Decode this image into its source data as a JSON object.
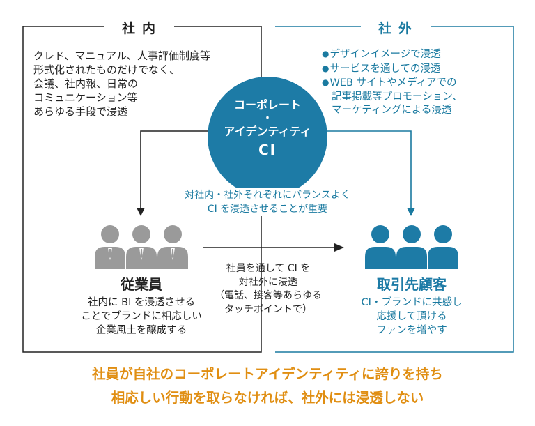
{
  "internal": {
    "title": "社内",
    "lines": [
      "クレド、マニュアル、人事評価制度等",
      "形式化されたものだけでなく、",
      "会議、社内報、日常の",
      "コミュニケーション等",
      "あらゆる手段で浸透"
    ]
  },
  "external": {
    "title": "社外",
    "bullet": "●",
    "items": [
      [
        "デザインイメージで浸透"
      ],
      [
        "サービスを通しての浸透"
      ],
      [
        "WEB サイトやメディアでの",
        "記事掲載等プロモーション、",
        "マーケティングによる浸透"
      ]
    ]
  },
  "ci": {
    "line1": "コーポレート",
    "dot": "・",
    "line2": "アイデンティティ",
    "abbr": "CI"
  },
  "center_message": [
    "対社内・社外それぞれにバランスよく",
    "CI を浸透させることが重要"
  ],
  "middle_message": [
    "社員を通して CI を",
    "対社外に浸透",
    "（電話、接客等あらゆる",
    "タッチポイントで）"
  ],
  "employees": {
    "name": "従業員",
    "desc": [
      "社内に BI を浸透させる",
      "ことでブランドに相応しい",
      "企業風土を醸成する"
    ]
  },
  "customers": {
    "name": "取引先顧客",
    "desc": [
      "CI・ブランドに共感し",
      "応援して頂ける",
      "ファンを増やす"
    ]
  },
  "bottom_message": [
    "社員が自社のコーポレートアイデンティティに誇りを持ち",
    "相応しい行動を取らなければ、社外には浸透しない"
  ],
  "colors": {
    "accent_blue": "#1a7aa0",
    "circle_blue": "#1d7ba6",
    "gray_people": "#9a9a9a",
    "orange": "#e08e12"
  }
}
